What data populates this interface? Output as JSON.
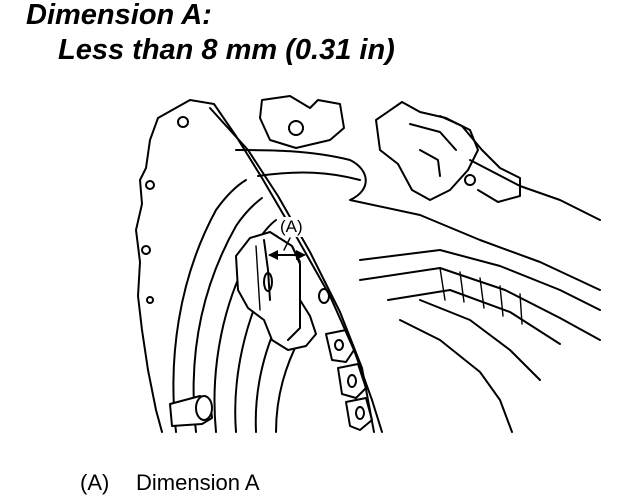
{
  "heading": {
    "title": "Dimension A:",
    "subtitle": "Less than 8 mm (0.31 in)"
  },
  "callout": {
    "label": "(A)"
  },
  "legend": {
    "items": [
      {
        "key": "(A)",
        "text": "Dimension A"
      }
    ]
  }
}
